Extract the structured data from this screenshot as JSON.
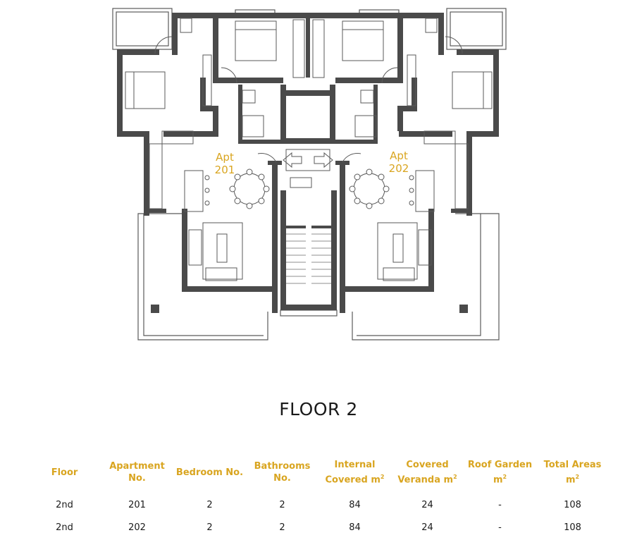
{
  "plan": {
    "apartments": [
      {
        "line1": "Apt",
        "line2": "201"
      },
      {
        "line1": "Apt",
        "line2": "202"
      }
    ],
    "colors": {
      "wall": "#4a4a4a",
      "line": "#5a5a5a",
      "label": "#d9a520"
    }
  },
  "title": "FLOOR 2",
  "table": {
    "headers": [
      {
        "text": "Floor",
        "sup": ""
      },
      {
        "text": "Apartment No.",
        "sup": ""
      },
      {
        "text": "Bedroom No.",
        "sup": ""
      },
      {
        "text": "Bathrooms No.",
        "sup": ""
      },
      {
        "text": "Internal Covered m",
        "sup": "2"
      },
      {
        "text": "Covered Veranda m",
        "sup": "2"
      },
      {
        "text": "Roof Garden m",
        "sup": "2"
      },
      {
        "text": "Total Areas m",
        "sup": "2"
      }
    ],
    "rows": [
      [
        "2nd",
        "201",
        "2",
        "2",
        "84",
        "24",
        "-",
        "108"
      ],
      [
        "2nd",
        "202",
        "2",
        "2",
        "84",
        "24",
        "-",
        "108"
      ]
    ]
  }
}
